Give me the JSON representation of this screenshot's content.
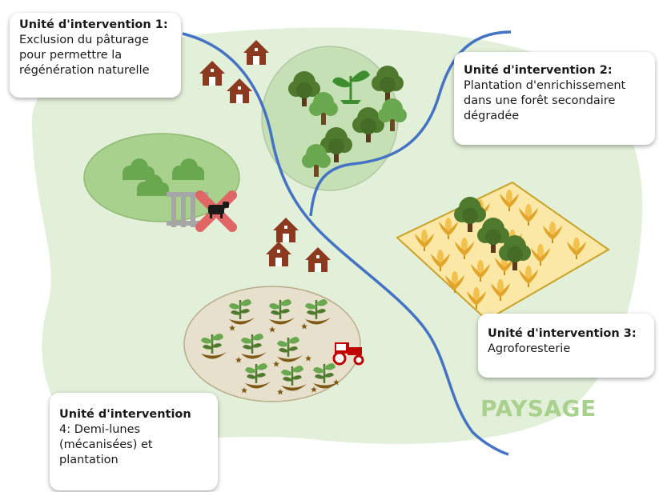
{
  "units": [
    {
      "title": "Unité d'intervention 1:",
      "desc": "Exclusion du pâturage\npour permettre la\nrégénération naturelle"
    },
    {
      "title": "Unité d'intervention 2:",
      "desc": "Plantation d'enrichissement\ndans une forêt secondaire\ndégradée"
    },
    {
      "title": "Unité d'intervention 3:",
      "desc": "Agroforesterie"
    },
    {
      "title": "Unité d'intervention",
      "desc": "4: Demi-lunes\n(mécanisées) et\nplantation"
    }
  ],
  "landscape_label": "PAYSAGE",
  "colors": {
    "landscape": "#e2efd9",
    "river": "#4472c4",
    "forest_disc": "#c5e0b4",
    "pasture": "#a9d18e",
    "field": "#fbe8a6",
    "halfmoon_disc": "#e7e0cd",
    "house": "#8b3a1f",
    "tree_dark": "#4f7a2e",
    "tree_light": "#6aa84f",
    "cross": "#e06666",
    "tractor": "#c00000",
    "label_green": "#a9d18e"
  },
  "icons": [
    "house-icon",
    "tree-icon",
    "seedling-icon",
    "cow-icon",
    "fence-icon",
    "cross-icon",
    "corn-icon",
    "tractor-icon",
    "halfmoon-icon",
    "star-icon"
  ]
}
